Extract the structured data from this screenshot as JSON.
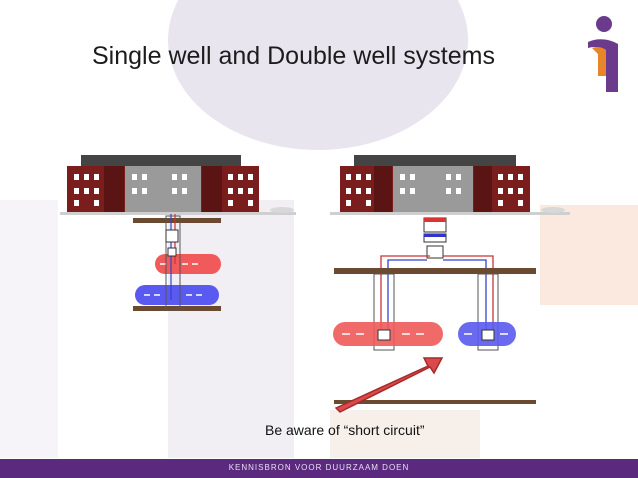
{
  "slide": {
    "title": "Single well and Double well systems",
    "caption": "Be aware of “short circuit”",
    "footer_text": "KENNISBRON VOOR DUURZAAM DOEN"
  },
  "colors": {
    "footer": "#5b2a7f",
    "logo_purple": "#6b3a8c",
    "logo_orange": "#e8842a",
    "warm_aquifer": "#f05a5a",
    "cold_aquifer": "#5a5af0",
    "ground_layer": "#6b4a32",
    "building": "#7a1d1d",
    "arrow": "#d94a4a"
  },
  "icons": {
    "logo": "i-person-logo",
    "arrow": "short-circuit-arrow"
  }
}
